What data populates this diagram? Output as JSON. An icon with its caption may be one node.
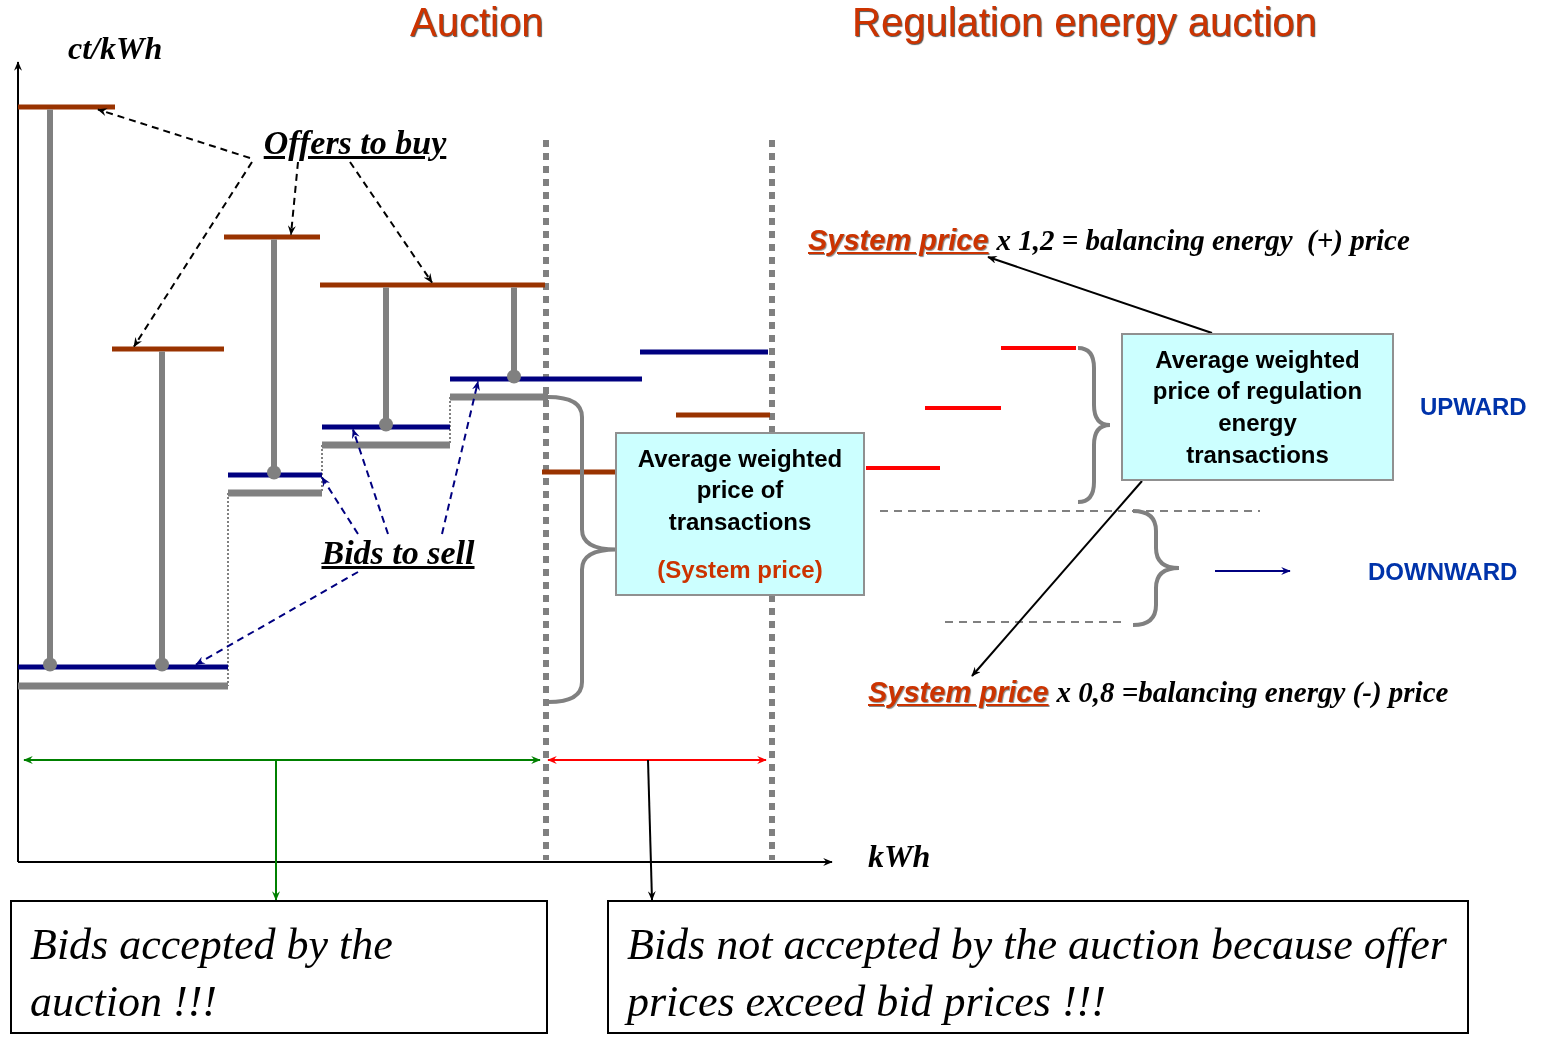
{
  "diagram": {
    "nodes": [
      {
        "text": [
          "Offers to buy"
        ]
      },
      {
        "text": [],
        "shape": "bar"
      },
      {
        "text": [],
        "shape": "bar"
      },
      {
        "text": [],
        "shape": "bar"
      },
      {
        "text": [],
        "shape": "bar"
      },
      {
        "text": [
          "Bids to sell"
        ]
      },
      {
        "text": [],
        "shape": "bar"
      },
      {
        "text": [],
        "shape": "bar"
      },
      {
        "text": [],
        "shape": "bar"
      },
      {
        "text": [],
        "shape": "bar"
      },
      {
        "text": [
          "Average weighted price of transactions",
          "(System price)"
        ]
      },
      {
        "text": [
          "System price",
          "x 1,2 = balancing energy  (+) price"
        ]
      },
      {
        "text": [
          "Average weighted price of regulation energy transactions"
        ]
      },
      {
        "text": [
          "System price",
          "x 0,8 =balancing energy (-) price"
        ]
      },
      {
        "text": [
          "Bids accepted by the auction !!!"
        ]
      },
      {
        "text": [
          "Bids not accepted by the auction because offer prices exceed bid prices !!!"
        ]
      }
    ],
    "edges": [
      {
        "from": 0,
        "to": 1,
        "arrow": "to",
        "style": "dashed"
      },
      {
        "from": 0,
        "to": 2,
        "arrow": "to",
        "style": "dashed"
      },
      {
        "from": 0,
        "to": 3,
        "arrow": "to",
        "style": "dashed"
      },
      {
        "from": 0,
        "to": 4,
        "arrow": "to",
        "style": "dashed"
      },
      {
        "from": 5,
        "to": 6,
        "arrow": "to",
        "style": "dashed",
        "color": "#000080"
      },
      {
        "from": 5,
        "to": 7,
        "arrow": "to",
        "style": "dashed",
        "color": "#000080"
      },
      {
        "from": 5,
        "to": 8,
        "arrow": "to",
        "style": "dashed",
        "color": "#000080"
      },
      {
        "from": 5,
        "to": 9,
        "arrow": "to",
        "style": "dashed",
        "color": "#000080"
      },
      {
        "from": 12,
        "to": 11,
        "arrow": "to"
      },
      {
        "from": 12,
        "to": 13,
        "arrow": "to"
      },
      {
        "from": null,
        "to": 14,
        "arrow": "to",
        "color": "#008000"
      },
      {
        "from": null,
        "to": 15,
        "arrow": "to"
      },
      {
        "from": 1,
        "to": 6,
        "arrow": "other",
        "style": "thick",
        "color": "#808080"
      },
      {
        "from": 2,
        "to": 6,
        "arrow": "other",
        "style": "thick",
        "color": "#808080"
      },
      {
        "from": 3,
        "to": 7,
        "arrow": "other",
        "style": "thick",
        "color": "#808080"
      },
      {
        "from": 4,
        "to": 8,
        "arrow": "other",
        "style": "thick",
        "color": "#808080"
      },
      {
        "from": 4,
        "to": 9,
        "arrow": "other",
        "style": "thick",
        "color": "#808080"
      }
    ],
    "labels": [
      "Auction",
      "Regulation energy auction",
      "ct/kWh",
      "kWh",
      "UPWARD",
      "DOWNWARD"
    ]
  }
}
